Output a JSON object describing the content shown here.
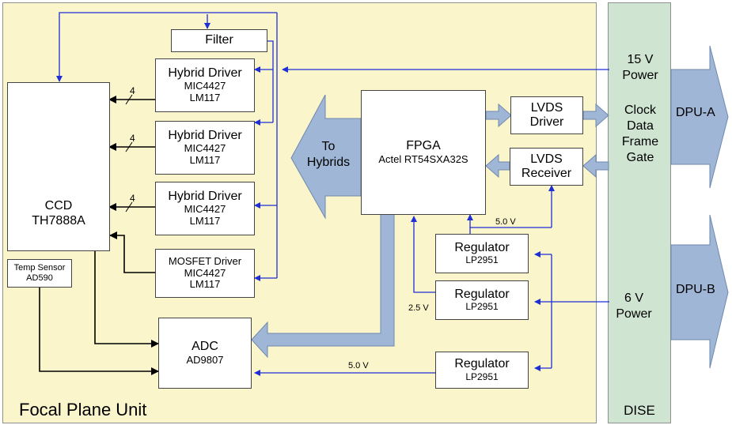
{
  "panels": {
    "fpu_label": "Focal Plane Unit",
    "dise_label": "DISE"
  },
  "blocks": {
    "filter": "Filter",
    "hybrid_drivers": [
      {
        "title": "Hybrid Driver",
        "line1": "MIC4427",
        "line2": "LM117"
      },
      {
        "title": "Hybrid Driver",
        "line1": "MIC4427",
        "line2": "LM117"
      },
      {
        "title": "Hybrid Driver",
        "line1": "MIC4427",
        "line2": "LM117"
      }
    ],
    "mosfet_driver": {
      "title": "MOSFET Driver",
      "line1": "MIC4427",
      "line2": "LM117"
    },
    "ccd": {
      "line1": "CCD",
      "line2": "TH7888A"
    },
    "temp_sensor": {
      "line1": "Temp Sensor",
      "line2": "AD590"
    },
    "adc": {
      "line1": "ADC",
      "line2": "AD9807"
    },
    "fpga": {
      "line1": "FPGA",
      "line2": "Actel RT54SXA32S"
    },
    "lvds_driver": {
      "line1": "LVDS",
      "line2": "Driver"
    },
    "lvds_receiver": {
      "line1": "LVDS",
      "line2": "Receiver"
    },
    "regulators": [
      {
        "line1": "Regulator",
        "line2": "LP2951"
      },
      {
        "line1": "Regulator",
        "line2": "LP2951"
      },
      {
        "line1": "Regulator",
        "line2": "LP2951"
      }
    ]
  },
  "labels": {
    "to_hybrids_1": "To",
    "to_hybrids_2": "Hybrids",
    "power_15v_1": "15 V",
    "power_15v_2": "Power",
    "signals": [
      "Clock",
      "Data",
      "Frame",
      "Gate"
    ],
    "power_6v_1": "6 V",
    "power_6v_2": "Power",
    "dpu_a": "DPU-A",
    "dpu_b": "DPU-B",
    "bus_width": [
      "4",
      "4",
      "4"
    ],
    "v50_top": "5.0 V",
    "v25": "2.5 V",
    "v50_bottom": "5.0 V"
  },
  "colors": {
    "fpu_bg": "#fbf5cc",
    "dise_bg": "#cfe5d2",
    "wire_blue": "#1f2fd6",
    "arrow_fill": "#9fb6d6"
  }
}
